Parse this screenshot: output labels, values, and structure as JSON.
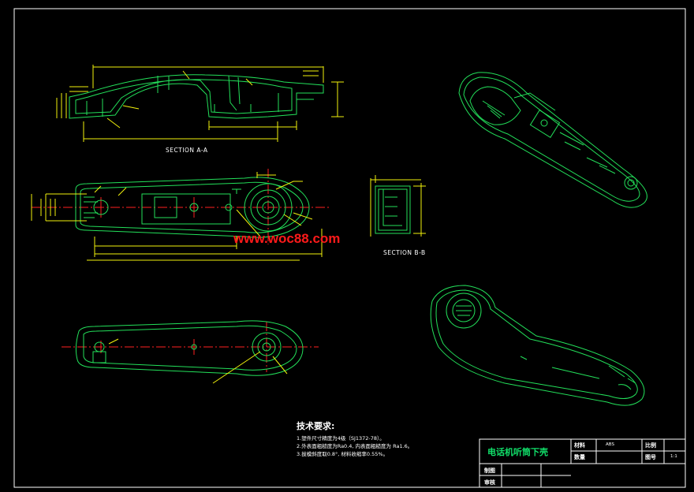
{
  "watermark": "www.woc88.com",
  "section_labels": {
    "aa": "SECTION A-A",
    "bb": "SECTION B-B"
  },
  "tech_requirements": {
    "heading": "技术要求:",
    "items": [
      "1.塑件尺寸精度为4级（SJ1372-78）。",
      "2.外表面粗糙度为Ra0.4, 内表面粗糙度为 Ra1.6。",
      "3.拔模斜度取0.8°, 材料收缩率0.55%。"
    ]
  },
  "title_block": {
    "part_name": "电话机听筒下壳",
    "material_label": "材料",
    "material_value": "ABS",
    "scale_label": "比例",
    "quantity_label": "数量",
    "drawing_no_label": "图号",
    "drawing_no_value": "1:1",
    "drawn_by_label": "制图",
    "checked_by_label": "审核"
  },
  "colors": {
    "outline": "#23e05a",
    "dimension": "#f2f20c",
    "centerline": "#ff2020",
    "text": "#ffffff",
    "frame": "#ffffff"
  }
}
